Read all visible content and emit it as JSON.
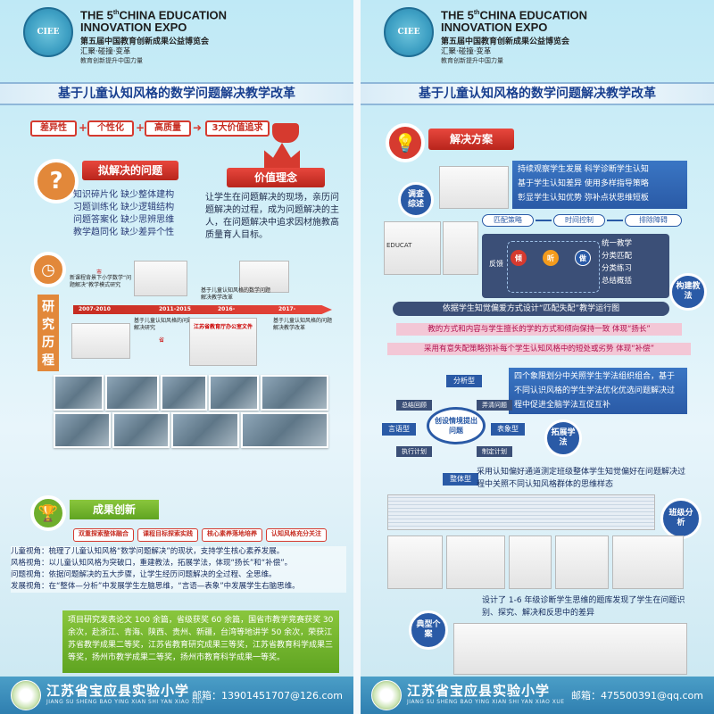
{
  "header": {
    "expo_line1": "THE 5",
    "expo_sup": "th",
    "expo_line1b": "CHINA EDUCATION",
    "expo_line2": "INNOVATION EXPO",
    "expo_cn": "第五届中国教育创新成果公益博览会",
    "expo_slogan": "汇聚·碰撞·变革",
    "expo_sub": "教育创新提升中国力量"
  },
  "project_title": "基于儿童认知风格的数学问题解决教学改革",
  "left": {
    "top_tags": [
      "差异性",
      "个性化",
      "高质量"
    ],
    "value_pursuit": "3大价值追求",
    "problem_title": "拟解决的问题",
    "problems": [
      "知识碎片化 缺少整体建构",
      "习题训练化 缺少逻辑结构",
      "问题答案化 缺少思辨思维",
      "教学趋同化 缺少差异个性"
    ],
    "value_title": "价值理念",
    "value_text": "让学生在问题解决的现场，亲历问题解决的过程，成为问题解决的主人，在问题解决中追求因材施教高质量育人目标。",
    "research_title": "研究历程",
    "timeline": [
      {
        "year": "2007-2010",
        "label": "新课程背景下小学数学“问题解决”教学模式研究"
      },
      {
        "year": "2011-2015",
        "label": "基于儿童认知风格的问题解决研究"
      },
      {
        "year": "2016-",
        "label": "基于儿童认知风格的数学问题解决教学改革"
      },
      {
        "year": "2017-",
        "label": "基于儿童认知风格的问题解决教学改革"
      }
    ],
    "timeline_tag": "市",
    "timeline_tag2": "省",
    "doc_banner": "江苏省教育厅办公室文件",
    "achieve_title": "成果创新",
    "achieve_tags": [
      "双重探索整体融合",
      "课程目标探索实践",
      "核心素养落地培养",
      "认知风格充分关注"
    ],
    "achieve_lines": [
      "儿童视角：梳理了儿童认知风格“数学问题解决”的现状，支持学生核心素养发展。",
      "风格视角：以儿童认知风格为突破口，重建教法，拓展学法，体现“扬长”和“补偿”。",
      "问题视角：依据问题解决的五大步骤，让学生经历问题解决的全过程、全思维。",
      "发展视角：在“整体—分析”中发展学生左脑思维，“言语—表象”中发展学生右脑思维。"
    ],
    "stats_text": "项目研究发表论文 100 余篇，省级获奖 60 余篇，国省市教学竞赛获奖 30 余次，赴浙江、青海、陕西、贵州、新疆，台湾等地讲学 50 余次，荣获江苏省教学成果二等奖，江苏省教育研究成果三等奖，江苏省教育科学成果三等奖，扬州市教学成果二等奖，扬州市教育科学成果一等奖。"
  },
  "right": {
    "solution_title": "解决方案",
    "survey_label": "调查综述",
    "survey_lines": [
      "持续观察学生发展  科学诊断学生认知",
      "基于学生认知差异  使用多样指导策略",
      "彰显学生认知优势  弥补点状思维短板"
    ],
    "doc_label": "EDUCAT",
    "strategy_steps": [
      "匹配策略",
      "时间控制",
      "排除障碍"
    ],
    "feedback_label": "反馈",
    "cycle_nodes": [
      "倾",
      "听",
      "做"
    ],
    "cycle_lines": [
      "统一教学",
      "分类匹配",
      "分类练习",
      "总结概括"
    ],
    "construct_label": "构建教法",
    "principle_text": "依据学生知觉偏爱方式设计“匹配失配”教学运行图",
    "pink1": "教的方式和内容与学生擅长的学的方式和倾向保持一致  体现“扬长”",
    "pink2": "采用有意失配策略弥补每个学生认知风格中的短处或劣势  体现“补偿”",
    "method_text": "四个象限划分中关照学生学法组织组合，基于不同认识风格的学生学法优化优选问题解决过程中促进全脑学法互促互补",
    "quadrant_labels": [
      "分析型",
      "总结回顾",
      "弄清问题",
      "言语型",
      "表象型",
      "执行计划",
      "制定计划",
      "整体型"
    ],
    "quadrant_center": "创设情境提出问题",
    "expand_label": "拓展学法",
    "class_text": "采用认知偏好通道测定班级整体学生知觉偏好在问题解决过程中关照不同认知风格群体的思维样态",
    "class_label": "班级分析",
    "case_text": "设计了 1-6 年级诊断学生思维的题库发现了学生在问题识别、探究、解决和反思中的差异",
    "case_label": "典型个案"
  },
  "footer": {
    "school_name": "江苏省宝应县实验小学",
    "school_pinyin": "JIANG SU SHENG BAO YING XIAN SHI YAN XIAO XUE",
    "email_left": "邮箱：13901451707@126.com",
    "email_right": "邮箱：475500391@qq.com"
  },
  "colors": {
    "accent_red": "#d63a2f",
    "accent_blue": "#2a5aa6",
    "accent_green": "#5fa421",
    "title_blue": "#183f8f"
  }
}
